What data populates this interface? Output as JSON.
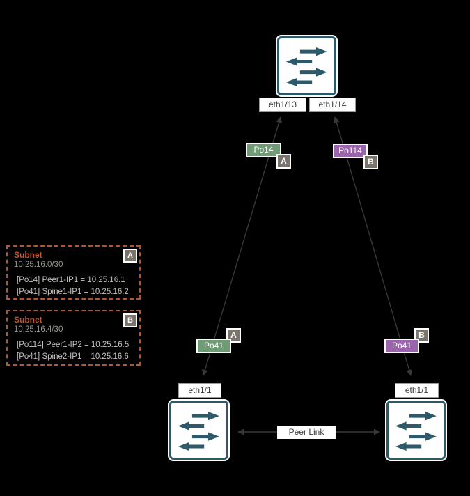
{
  "colors": {
    "green": "#6E9C74",
    "purple": "#9C64AD",
    "badge_gray": "#7B746C",
    "switch_teal": "#2D5A6B",
    "note_orange": "#C0542C",
    "line_gray": "#3A3734"
  },
  "spine": {
    "interfaces": [
      "eth1/13",
      "eth1/14"
    ]
  },
  "uplinks": [
    {
      "spine_po": "Po14",
      "spine_badge": "A",
      "peer_po": "Po41",
      "peer_badge": "A"
    },
    {
      "spine_po": "Po114",
      "spine_badge": "B",
      "peer_po": "Po41",
      "peer_badge": "B"
    }
  ],
  "peer_switches": [
    {
      "interface": "eth1/1"
    },
    {
      "interface": "eth1/1"
    }
  ],
  "peer_link": {
    "label": "Peer Link"
  },
  "subnet_boxes": [
    {
      "title": "Subnet",
      "cidr": "10.25.16.0/30",
      "badge": "A",
      "entries": [
        "[Po14] Peer1-IP1 = 10.25.16.1",
        "[Po41] Spine1-IP1 = 10.25.16.2"
      ]
    },
    {
      "title": "Subnet",
      "cidr": "10.25.16.4/30",
      "badge": "B",
      "entries": [
        "[Po114] Peer1-IP2 = 10.25.16.5",
        "[Po41] Spine2-IP1 = 10.25.16.6"
      ]
    }
  ]
}
